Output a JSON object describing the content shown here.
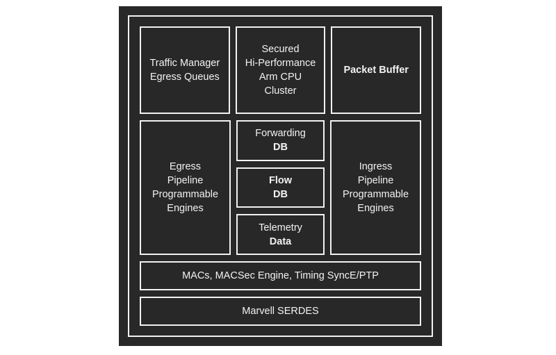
{
  "colors": {
    "page_bg": "#ffffff",
    "chip_bg": "#282828",
    "line_color": "#f2f2f2",
    "text_color": "#f2f2f2"
  },
  "blocks": {
    "traffic_manager": {
      "lines": [
        "Traffic Manager",
        "Egress Queues"
      ]
    },
    "cpu_cluster": {
      "lines": [
        "Secured",
        "Hi-Performance",
        "Arm CPU",
        "Cluster"
      ]
    },
    "packet_buffer": {
      "lines": [
        "Packet Buffer"
      ]
    },
    "egress_pipeline": {
      "lines": [
        "Egress",
        "Pipeline",
        "Programmable",
        "Engines"
      ]
    },
    "forwarding_db": {
      "lines": [
        "Forwarding",
        "DB"
      ]
    },
    "flow_db": {
      "lines": [
        "Flow",
        "DB"
      ]
    },
    "telemetry_data": {
      "lines": [
        "Telemetry",
        "Data"
      ]
    },
    "ingress_pipeline": {
      "lines": [
        "Ingress",
        "Pipeline",
        "Programmable",
        "Engines"
      ]
    },
    "macs_bar": {
      "lines": [
        "MACs, MACSec Engine, Timing SyncE/PTP"
      ]
    },
    "serdes_bar": {
      "lines": [
        "Marvell SERDES"
      ]
    }
  }
}
